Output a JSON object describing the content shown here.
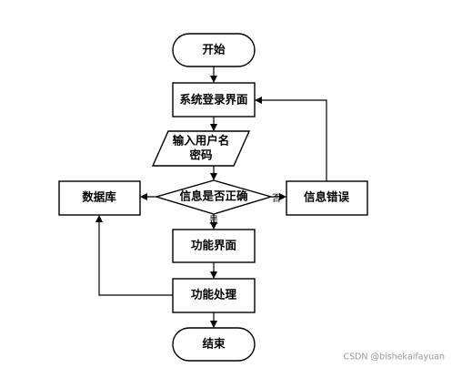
{
  "nodes": {
    "start": "开始",
    "login_page": "系统登录界面",
    "input_line1": "输入用户名",
    "input_line2": "密码",
    "decision": "信息是否正确",
    "database": "数据库",
    "error": "信息错误",
    "function_page": "功能界面",
    "function_process": "功能处理",
    "end": "结束"
  },
  "edges": {
    "no_label": "否",
    "yes_label": "是"
  },
  "watermark": "CSDN @bishekaifayuan"
}
